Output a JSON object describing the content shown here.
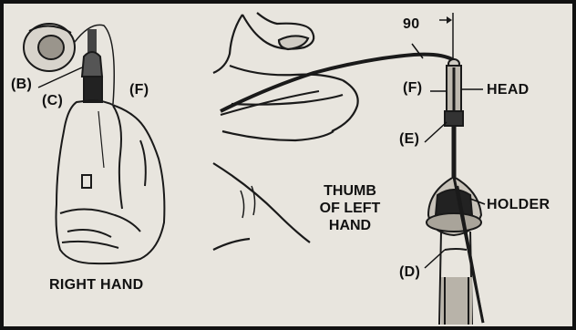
{
  "labels": {
    "b_left": "(B)",
    "c_left": "(C)",
    "f_left": "(F)",
    "right_hand": "RIGHT HAND",
    "thumb_line1": "THUMB",
    "thumb_line2": "OF LEFT",
    "thumb_line3": "HAND",
    "angle": "90",
    "f_right": "(F)",
    "head": "HEAD",
    "e": "(E)",
    "holder": "HOLDER",
    "d": "(D)"
  }
}
